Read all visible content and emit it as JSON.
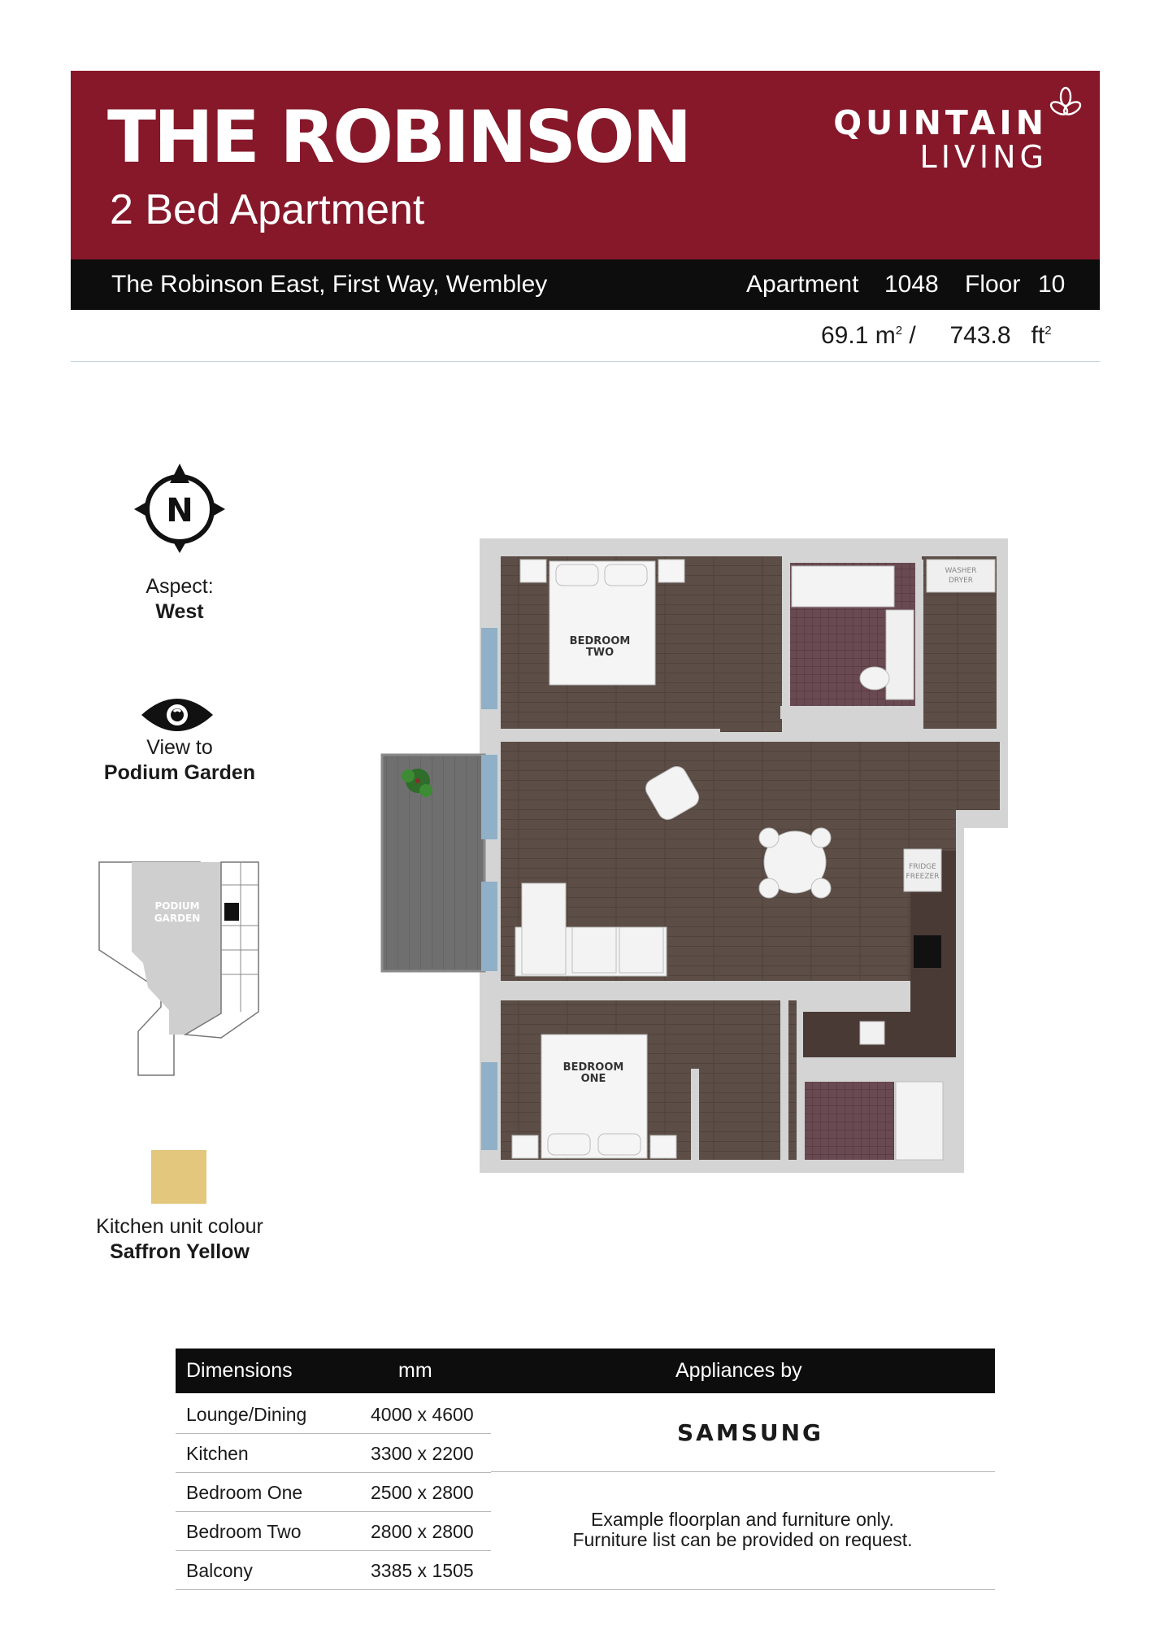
{
  "header": {
    "title": "THE ROBINSON",
    "subtitle": "2 Bed Apartment",
    "brand_line1": "QUINTAIN",
    "brand_line2": "LIVING",
    "address": "The Robinson East, First Way, Wembley",
    "apartment_label": "Apartment",
    "apartment_number": "1048",
    "floor_label": "Floor",
    "floor_number": "10",
    "area_m2": "69.1",
    "area_m2_unit": "m",
    "area_sep": "/",
    "area_ft2": "743.8",
    "area_ft2_unit": "ft",
    "area_sup": "2"
  },
  "sidebar": {
    "compass_letter": "N",
    "aspect_label": "Aspect:",
    "aspect_value": "West",
    "view_label": "View to",
    "view_value": "Podium Garden",
    "siteplan_label_1": "PODIUM",
    "siteplan_label_2": "GARDEN",
    "kitchen_label": "Kitchen unit colour",
    "kitchen_value": "Saffron Yellow",
    "kitchen_colour": "#e2c77d"
  },
  "floorplan": {
    "bedroom_two_1": "BEDROOM",
    "bedroom_two_2": "TWO",
    "bedroom_one_1": "BEDROOM",
    "bedroom_one_2": "ONE",
    "washer_1": "WASHER",
    "washer_2": "DRYER",
    "fridge_1": "FRIDGE",
    "fridge_2": "FREEZER"
  },
  "table": {
    "col_dimensions": "Dimensions",
    "col_units": "mm",
    "col_appliances": "Appliances by",
    "rows": [
      {
        "room": "Lounge/Dining",
        "size": "4000 x 4600"
      },
      {
        "room": "Kitchen",
        "size": "3300 x 2200"
      },
      {
        "room": "Bedroom One",
        "size": "2500 x 2800"
      },
      {
        "room": "Bedroom Two",
        "size": "2800 x 2800"
      },
      {
        "room": "Balcony",
        "size": "3385 x 1505"
      }
    ],
    "appliance_brand": "SAMSUNG",
    "note_line1": "Example floorplan and furniture only.",
    "note_line2": "Furniture list can be provided on request."
  },
  "colors": {
    "banner": "#86182a",
    "bar": "#0d0d0d",
    "floor_wood": "#5c4e46"
  }
}
